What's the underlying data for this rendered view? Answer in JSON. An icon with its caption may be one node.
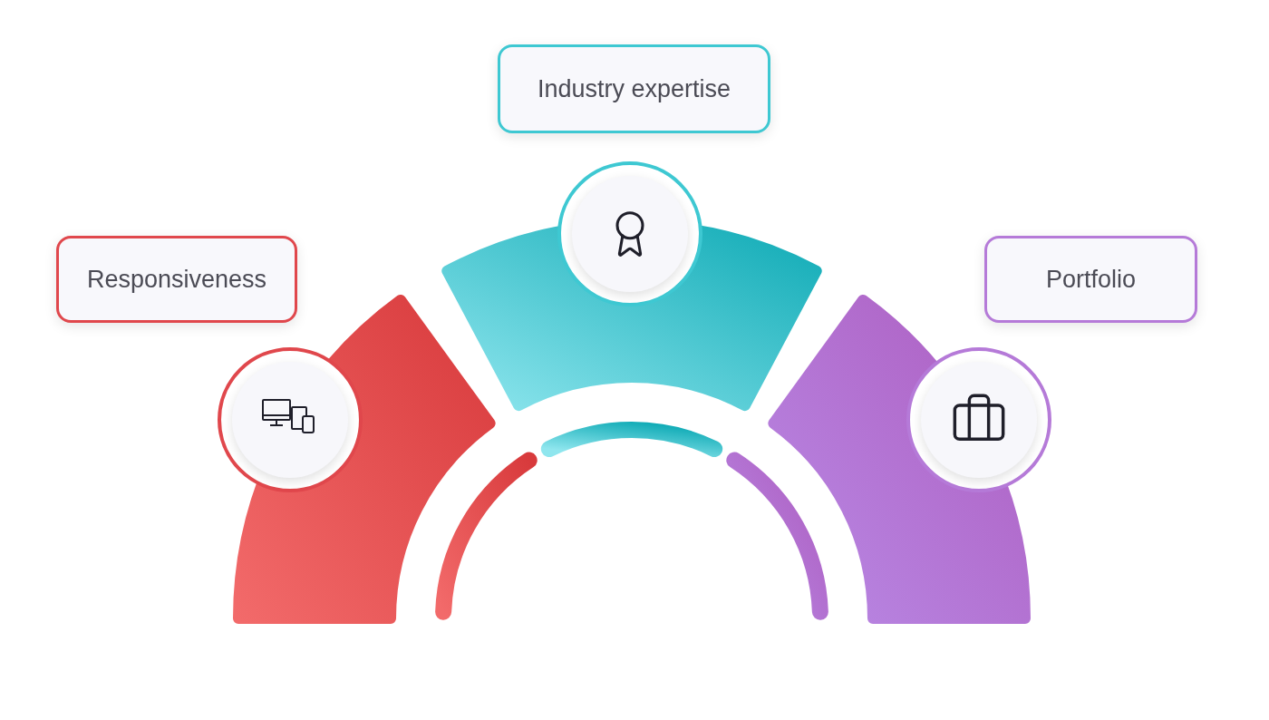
{
  "diagram": {
    "nodes": [
      {
        "text": [
          "Responsiveness"
        ]
      },
      {
        "text": [
          "Industry expertise"
        ]
      },
      {
        "text": [
          "Portfolio"
        ]
      }
    ]
  }
}
